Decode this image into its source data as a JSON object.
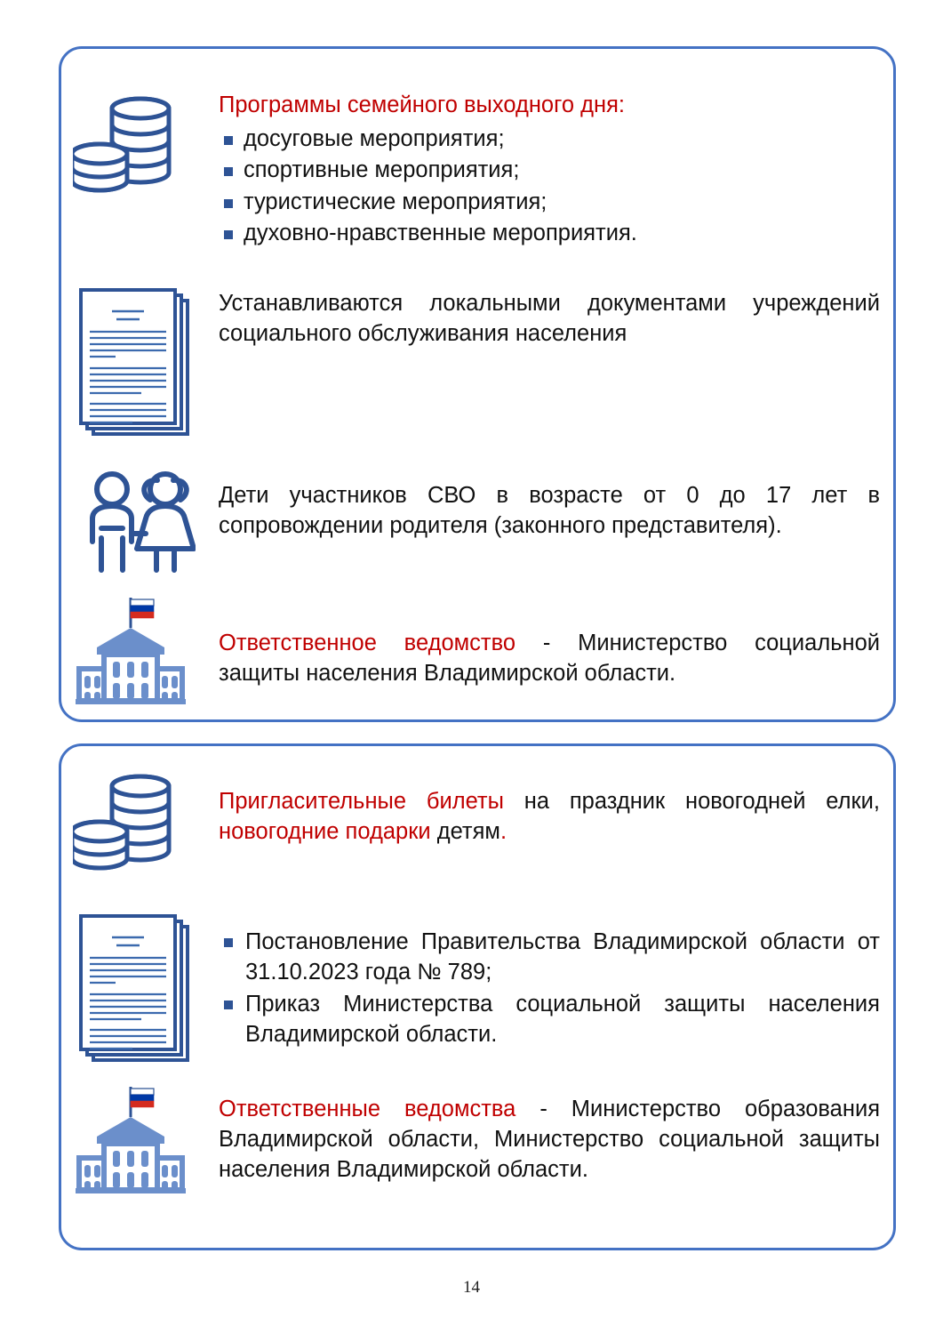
{
  "page": {
    "number": "14",
    "accent_blue": "#4472C4",
    "icon_blue": "#2E5395",
    "accent_red": "#C00000",
    "text_black": "#111111"
  },
  "cards": [
    {
      "id": "card-weekend-programs",
      "rows": [
        {
          "icon": "coins-icon",
          "headline": "Программы семейного выходного дня:",
          "bullets": [
            "досуговые мероприятия;",
            "спортивные мероприятия;",
            "туристические мероприятия;",
            "духовно-нравственные мероприятия."
          ]
        },
        {
          "icon": "documents-icon",
          "paragraph": "Устанавливаются локальными документами учреждений социального обслуживания населения"
        },
        {
          "icon": "children-icon",
          "paragraph": "Дети участников СВО в возрасте от 0 до 17 лет в сопровождении родителя (законного представителя)."
        },
        {
          "icon": "government-building-icon",
          "paragraph_red": "Ответственное ведомство",
          "paragraph_rest": " - Министерство социальной защиты населения Владимирской области."
        }
      ]
    },
    {
      "id": "card-new-year",
      "rows": [
        {
          "icon": "coins-icon",
          "segment_red_1": "Пригласительные билеты",
          "segment_black_1": " на праздник новогодней елки, ",
          "segment_red_2": "новогодние подарки",
          "segment_black_2": " детям",
          "segment_red_3": "."
        },
        {
          "icon": "documents-icon",
          "bullets": [
            "Постановление Правительства Владимирской области от 31.10.2023 года № 789;",
            "Приказ Министерства социальной защиты населения Владимирской области."
          ]
        },
        {
          "icon": "government-building-icon",
          "paragraph_red": "Ответственные ведомства",
          "paragraph_rest": " - Министерство образования Владимирской области, Министерство социальной защиты населения Владимирской области."
        }
      ]
    }
  ]
}
